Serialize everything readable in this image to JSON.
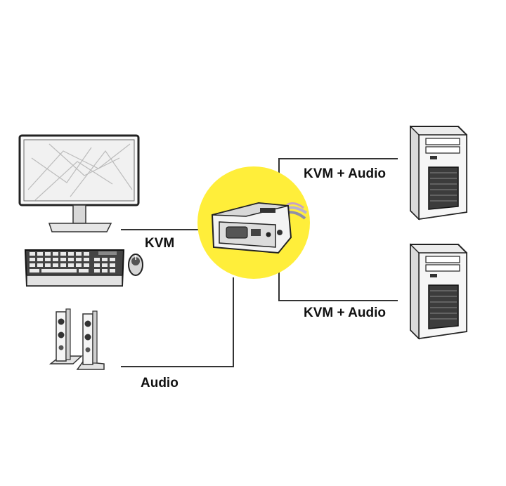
{
  "diagram": {
    "labels": {
      "kvm": "KVM",
      "audio": "Audio",
      "pc1": "KVM + Audio",
      "pc2": "KVM + Audio"
    },
    "colors": {
      "highlight": "#ffee3a",
      "line": "#333333",
      "device_fill": "#e9e9e9",
      "device_stroke": "#222222"
    },
    "icons": [
      "monitor-icon",
      "keyboard-icon",
      "mouse-icon",
      "speakers-icon",
      "kvm-switch-icon",
      "pc-tower-icon",
      "pc-tower-icon"
    ]
  }
}
